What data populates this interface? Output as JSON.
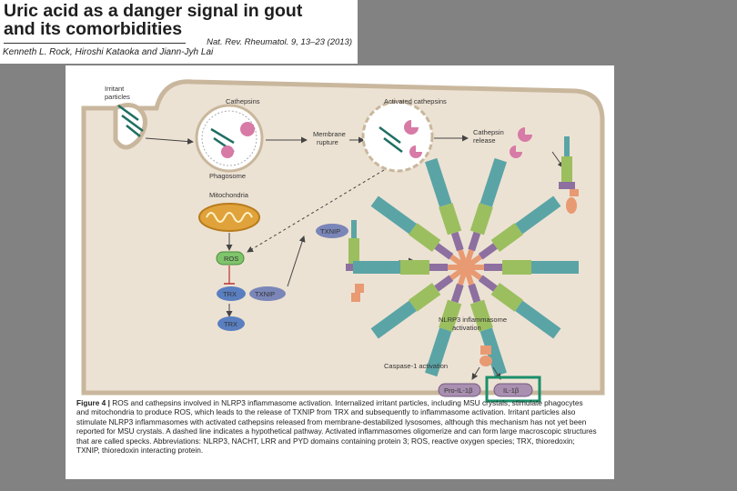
{
  "slide": {
    "title_line1": "Uric acid as a danger signal in gout",
    "title_line2": "and its comorbidities",
    "citation": "Nat. Rev. Rheumatol. 9, 13–23 (2013)",
    "authors": "Kenneth L. Rock, Hiroshi Kataoka and Jiann-Jyh Lai"
  },
  "figure": {
    "labels": {
      "irritant_particles_l1": "Irritant",
      "irritant_particles_l2": "particles",
      "cathepsins": "Cathepsins",
      "activated_cathepsins": "Activated cathepsins",
      "membrane_rupture_l1": "Membrane",
      "membrane_rupture_l2": "rupture",
      "cathepsin_release_l1": "Cathepsin",
      "cathepsin_release_l2": "release",
      "phagosome": "Phagosome",
      "mitochondria": "Mitochondria",
      "ros": "ROS",
      "trx": "TRX",
      "txnip": "TXNIP",
      "txnip_free": "TXNIP",
      "trx_free": "TRX",
      "nlrp3_l1": "NLRP3 inflammasome",
      "nlrp3_l2": "activation",
      "caspase_activation": "Caspase-1 activation",
      "pro_il1b": "Pro-IL-1β",
      "il1b": "IL-1β"
    },
    "caption": {
      "label": "Figure 4 |",
      "text": "ROS and cathepsins involved in NLRP3 inflammasome activation. Internalized irritant particles, including MSU crystals, stimulate phagocytes and mitochondria to produce ROS, which leads to the release of TXNIP from TRX and subsequently to inflammasome activation. Irritant particles also stimulate NLRP3 inflammasomes with activated cathepsins released from membrane-destabilized lysosomes, although this mechanism has not yet been reported for MSU crystals. A dashed line indicates a hypothetical pathway. Activated inflammasomes oligomerize and can form large macroscopic structures that are called specks. Abbreviations: NLRP3, NACHT, LRR and PYD domains containing protein 3; ROS, reactive oxygen species; TRX, thioredoxin; TXNIP, thioredoxin interacting protein."
    }
  },
  "colors": {
    "cell": "#e8dccb",
    "cell_border": "#c7b59b",
    "crystal": "#1f6e62",
    "cathepsin": "#d77aa6",
    "ros": "#7fc46b",
    "trx": "#5a7fc0",
    "txnip": "#7a86b8",
    "nlrp3_green": "#9bbf5f",
    "nlrp3_purple": "#8d6fa0",
    "caspase": "#e89a73",
    "highlight": "#1a8f6a"
  }
}
